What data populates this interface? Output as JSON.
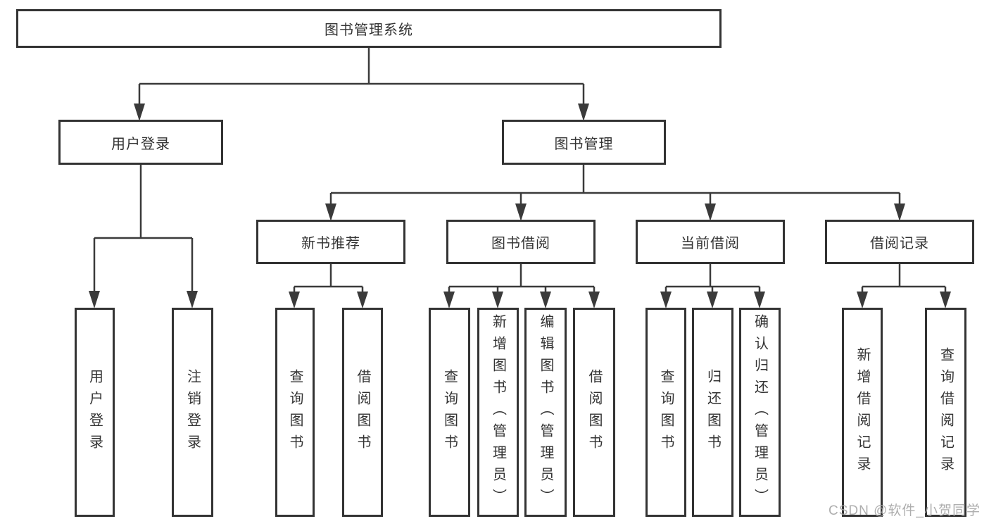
{
  "tree": {
    "root": {
      "label": "图书管理系统"
    },
    "branches": [
      {
        "label": "用户登录",
        "children": [
          {
            "label": "用户登录"
          },
          {
            "label": "注销登录"
          }
        ]
      },
      {
        "label": "图书管理",
        "groups": [
          {
            "label": "新书推荐",
            "children": [
              {
                "label": "查询图书"
              },
              {
                "label": "借阅图书"
              }
            ]
          },
          {
            "label": "图书借阅",
            "children": [
              {
                "label": "查询图书"
              },
              {
                "label": "新增图书（管理员）"
              },
              {
                "label": "编辑图书（管理员）"
              },
              {
                "label": "借阅图书"
              }
            ]
          },
          {
            "label": "当前借阅",
            "children": [
              {
                "label": "查询图书"
              },
              {
                "label": "归还图书"
              },
              {
                "label": "确认归还（管理员）"
              }
            ]
          },
          {
            "label": "借阅记录",
            "children": [
              {
                "label": "新增借阅记录"
              },
              {
                "label": "查询借阅记录"
              }
            ]
          }
        ]
      }
    ]
  },
  "watermark": {
    "text": "CSDN @软件_小贺同学"
  },
  "colors": {
    "line": "#3a3a3a",
    "box_border": "#333333",
    "text": "#333333",
    "watermark": "#a5a5a5",
    "background": "#ffffff"
  }
}
